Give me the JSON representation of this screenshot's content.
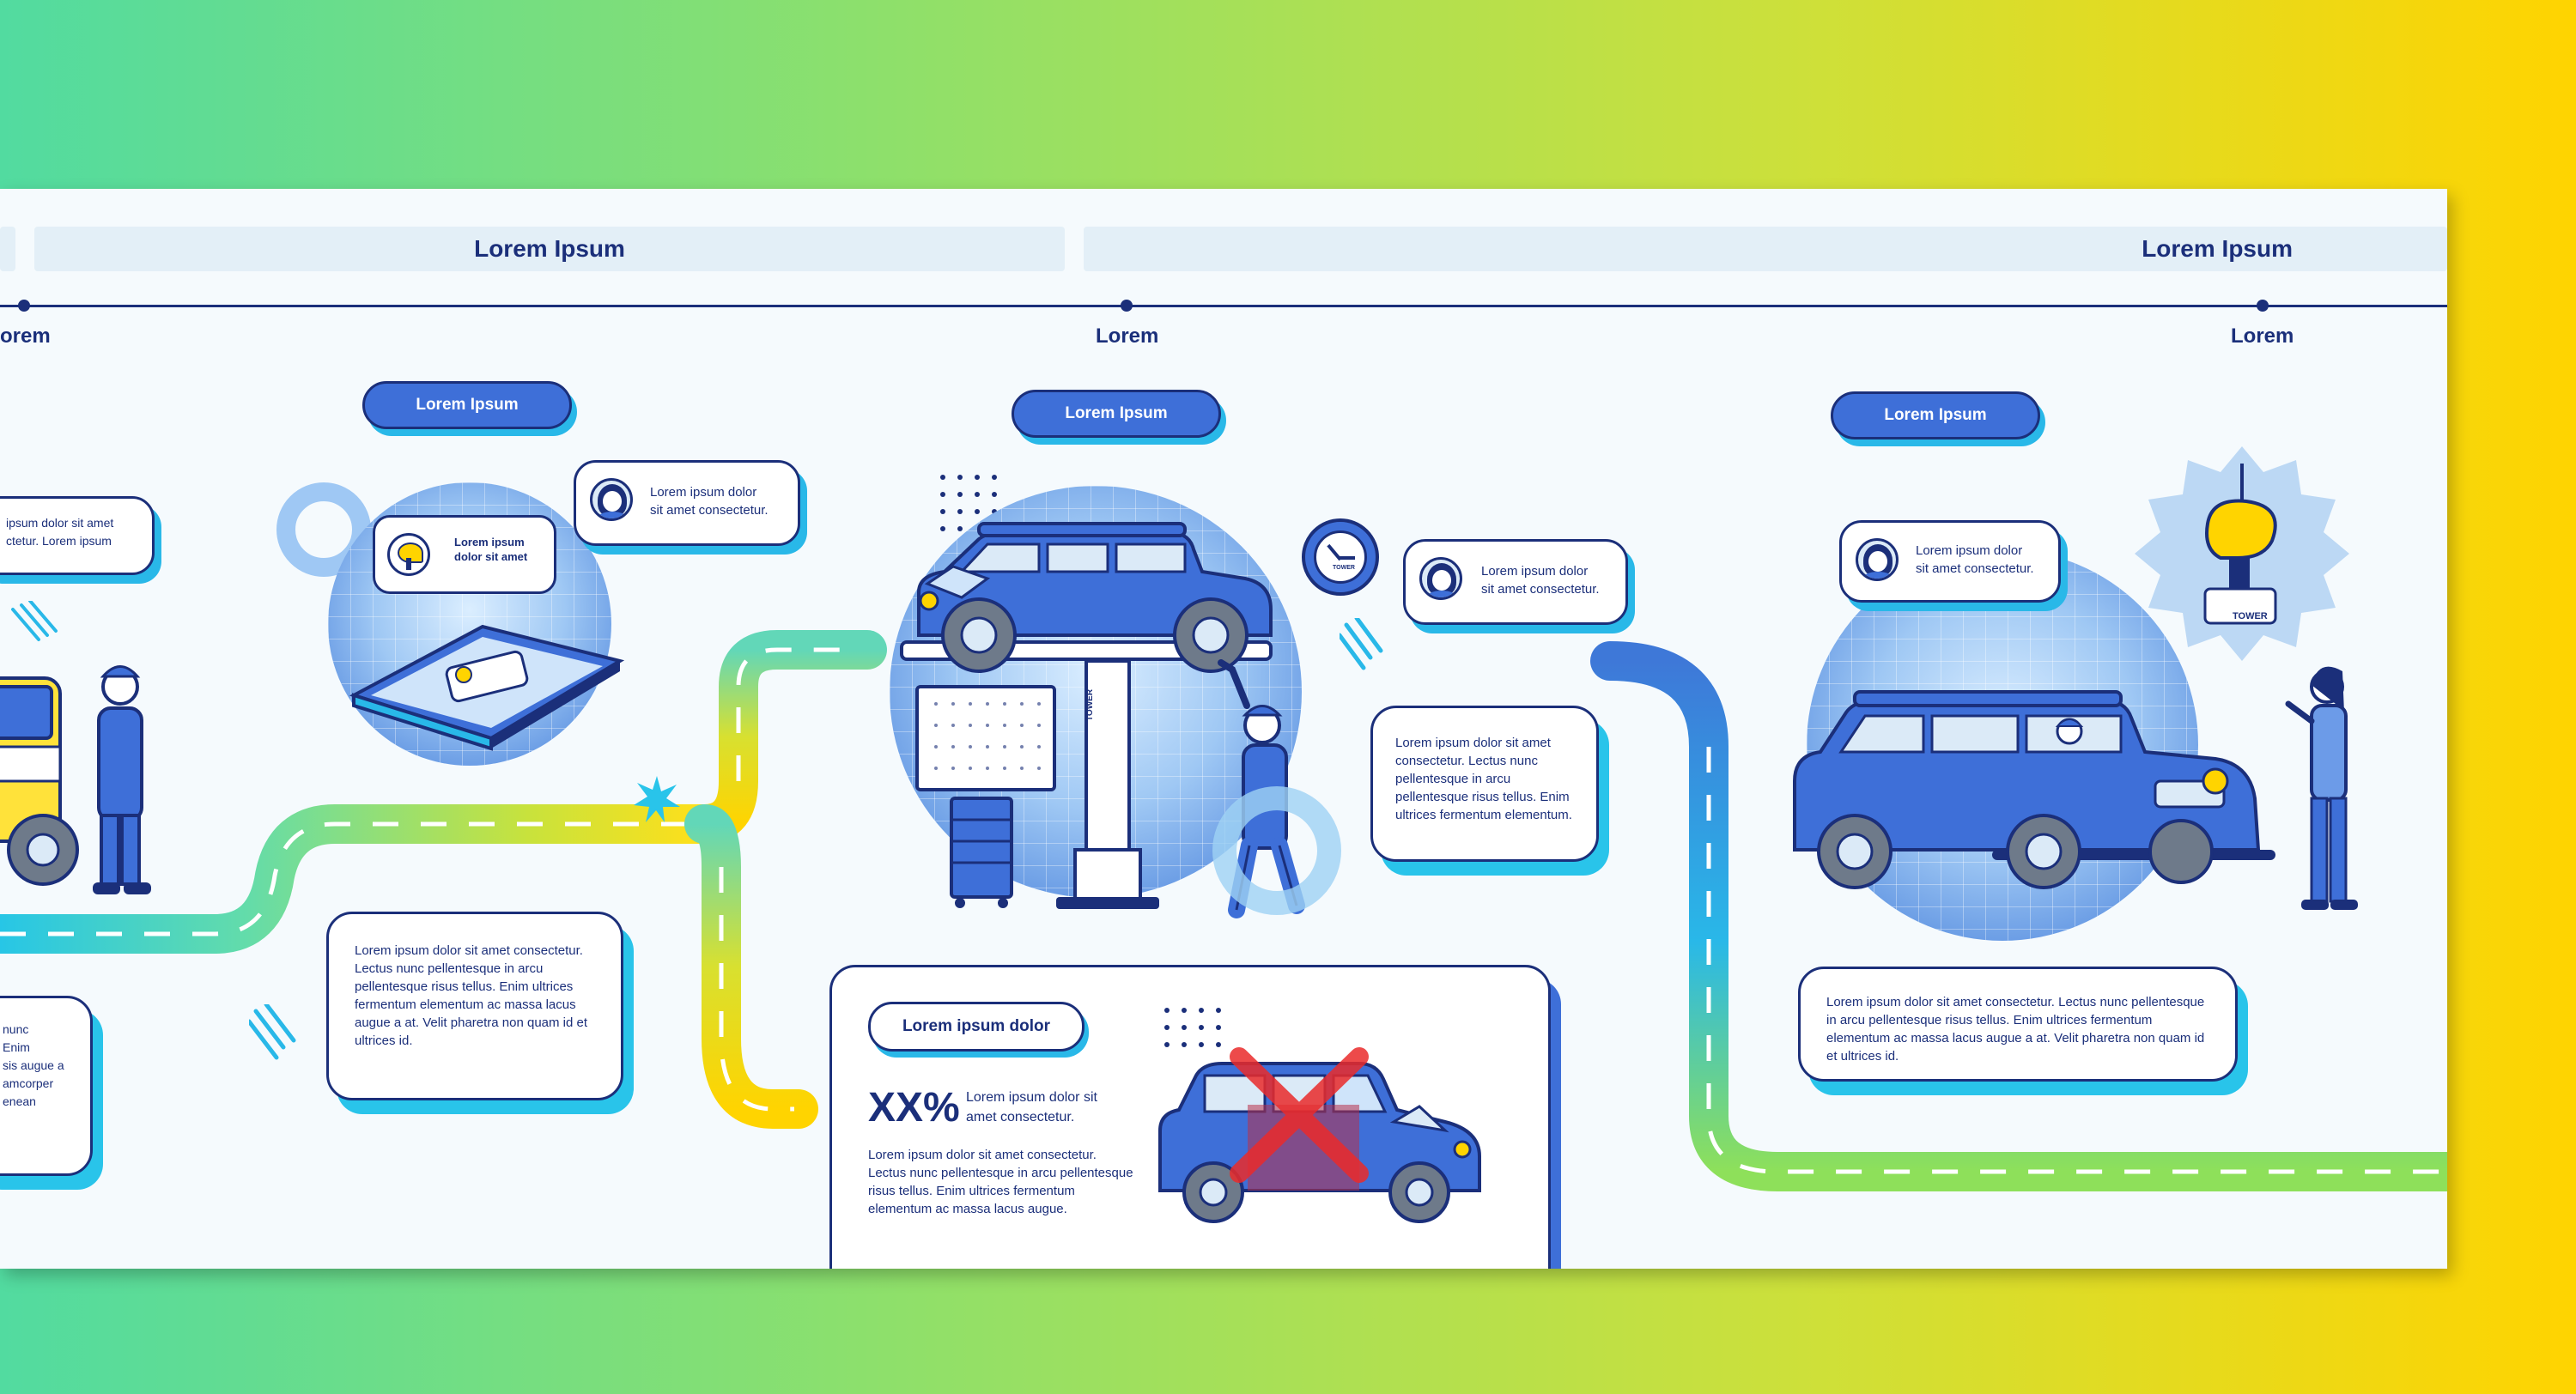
{
  "headers": {
    "left_label": "Lorem Ipsum",
    "right_label": "Lorem Ipsum"
  },
  "timeline": {
    "left_cut_label": "orem",
    "mid_label": "Lorem",
    "right_label": "Lorem"
  },
  "stage1": {
    "bubble_partial": "ipsum dolor sit amet\nctetur. Lorem ipsum",
    "card_partial": "nunc\nEnim\nsis augue a\namcorper\nenean"
  },
  "stage2": {
    "pill": "Lorem Ipsum",
    "phone_bubble": "Lorem ipsum\ndolor sit amet",
    "speech": "Lorem ipsum dolor\nsit amet consectetur.",
    "card": "Lorem ipsum dolor sit amet consectetur. Lectus nunc pellentesque in arcu pellentesque risus tellus. Enim ultrices fermentum elementum ac massa lacus augue a at. Velit pharetra non quam id et ultrices id."
  },
  "stage3": {
    "pill": "Lorem Ipsum",
    "speech": "Lorem ipsum dolor\nsit amet consectetur.",
    "card": "Lorem ipsum dolor sit amet consectetur. Lectus nunc pellentesque in arcu pellentesque risus tellus. Enim ultrices fermentum elementum.",
    "lift_brand": "TOWER",
    "clock_brand": "TOWER"
  },
  "stat_card": {
    "pill": "Lorem ipsum dolor",
    "big_value": "XX%",
    "big_caption": "Lorem ipsum dolor sit amet consectetur.",
    "body": "Lorem ipsum dolor sit amet consectetur. Lectus nunc pellentesque in arcu pellentesque risus tellus. Enim ultrices fermentum elementum ac massa lacus augue."
  },
  "stage4": {
    "pill": "Lorem Ipsum",
    "speech": "Lorem ipsum dolor\nsit amet consectetur.",
    "card": "Lorem ipsum dolor sit amet consectetur. Lectus nunc pellentesque in arcu pellentesque risus tellus. Enim ultrices fermentum elementum ac massa lacus augue a at. Velit pharetra non quam id et ultrices id.",
    "badge_brand": "TOWER"
  },
  "colors": {
    "navy": "#1b2f7a",
    "blue": "#3e6fd8",
    "cyan": "#29b8e8",
    "yellow": "#ffd400",
    "bg_left": "#52dba0",
    "bg_right": "#ffd400"
  }
}
